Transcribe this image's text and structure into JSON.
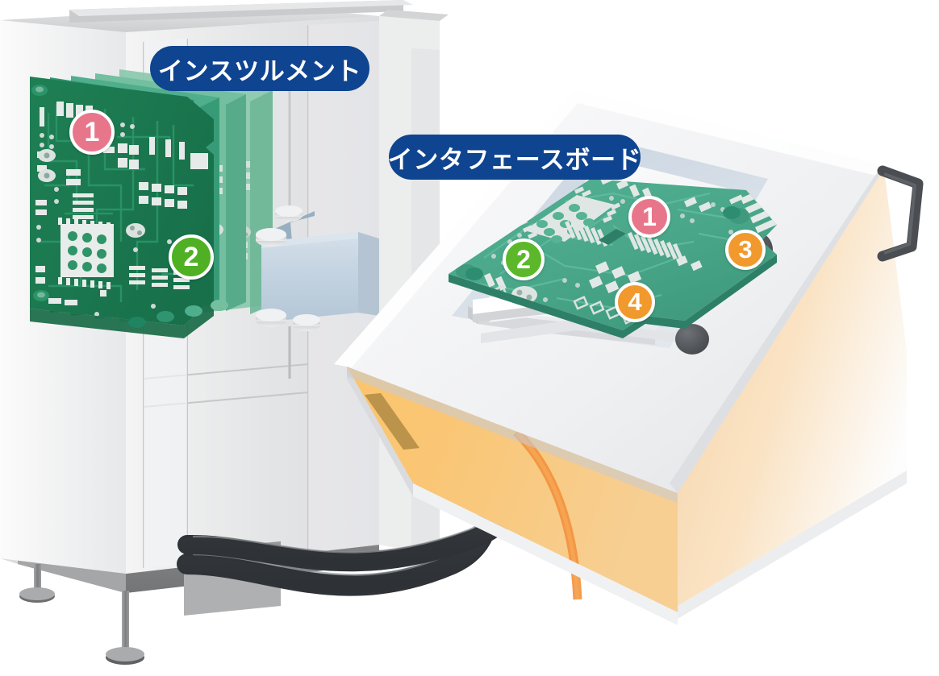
{
  "illustration": {
    "title_visible": false,
    "background_color": "#ffffff",
    "description_labels": [
      {
        "id": "instrument",
        "text": "インスツルメント",
        "color": "#0f4490",
        "text_color": "#ffffff"
      },
      {
        "id": "interface-board",
        "text": "インタフェースボード",
        "color": "#0f4490",
        "text_color": "#ffffff"
      }
    ]
  },
  "labels": {
    "instrument": "インスツルメント",
    "interface_board": "インタフェースボード"
  },
  "callouts": {
    "instrument": [
      {
        "number": "1",
        "color": "#e8768b",
        "target": "pcb-front-board"
      },
      {
        "number": "2",
        "color": "#4fb023",
        "target": "pcb-stack-rear-board"
      }
    ],
    "interface_board": [
      {
        "number": "1",
        "color": "#e8768b",
        "target": "board-upper-right-region"
      },
      {
        "number": "2",
        "color": "#5cb82a",
        "target": "board-left-region"
      },
      {
        "number": "3",
        "color": "#f1992c",
        "target": "standoff-bump-right"
      },
      {
        "number": "4",
        "color": "#f1992c",
        "target": "board-lower-edge"
      }
    ]
  },
  "objects": {
    "instrument_rack": {
      "name": "インスツルメント",
      "body_color": "#e8e8e8",
      "plinth_color": "#8b8d8f",
      "feet_count": 2,
      "pcb_count": 5,
      "pcb_front_color": "#1d7a50",
      "pcb_rear_color": "#7fc1a5"
    },
    "interface_unit": {
      "name": "インタフェースボード",
      "top_color": "#f2f3f5",
      "front_panel_color": "#f8c774",
      "side_panel_color": "#f7dcb8",
      "handle_color": "#4a4d52",
      "board_color": "#4eaa8b",
      "standoff_color": "#58595b"
    },
    "ribbon_cable": {
      "color": "#c6d4e1",
      "standoff_color": "#d6d8da"
    },
    "cables": {
      "count": 2,
      "color": "#3b3e43"
    }
  },
  "colors": {
    "navy_label": "#0f4490",
    "pink_badge": "#e8768b",
    "green_badge": "#4fb023",
    "orange_badge": "#f1992c",
    "white": "#ffffff"
  }
}
